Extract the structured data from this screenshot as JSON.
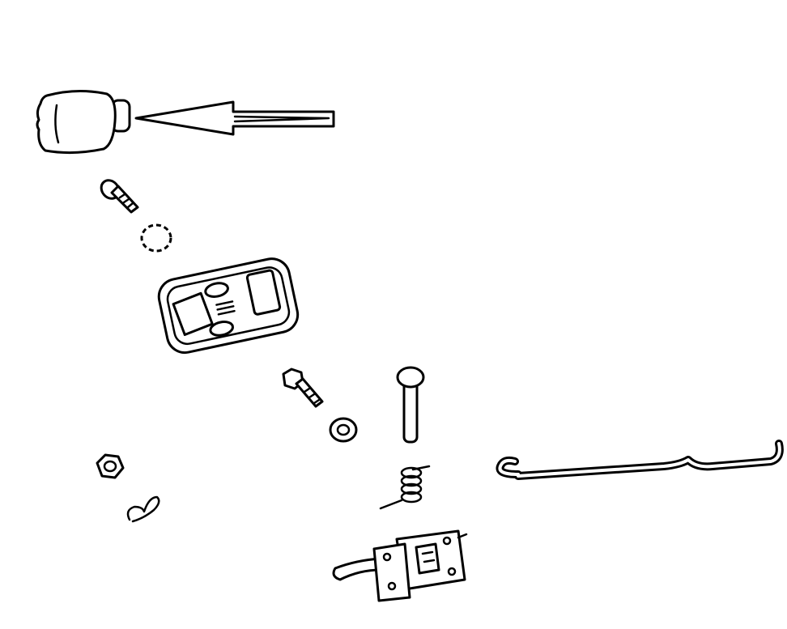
{
  "diagram": {
    "type": "exploded-parts-view",
    "colors": {
      "line": "#000000",
      "background": "#ffffff"
    },
    "parts": [
      "knob",
      "arrow",
      "screw",
      "lock-washer",
      "escutcheon",
      "bolt",
      "flat-washer",
      "nut",
      "clip",
      "pin",
      "spring",
      "rod",
      "latch"
    ]
  }
}
